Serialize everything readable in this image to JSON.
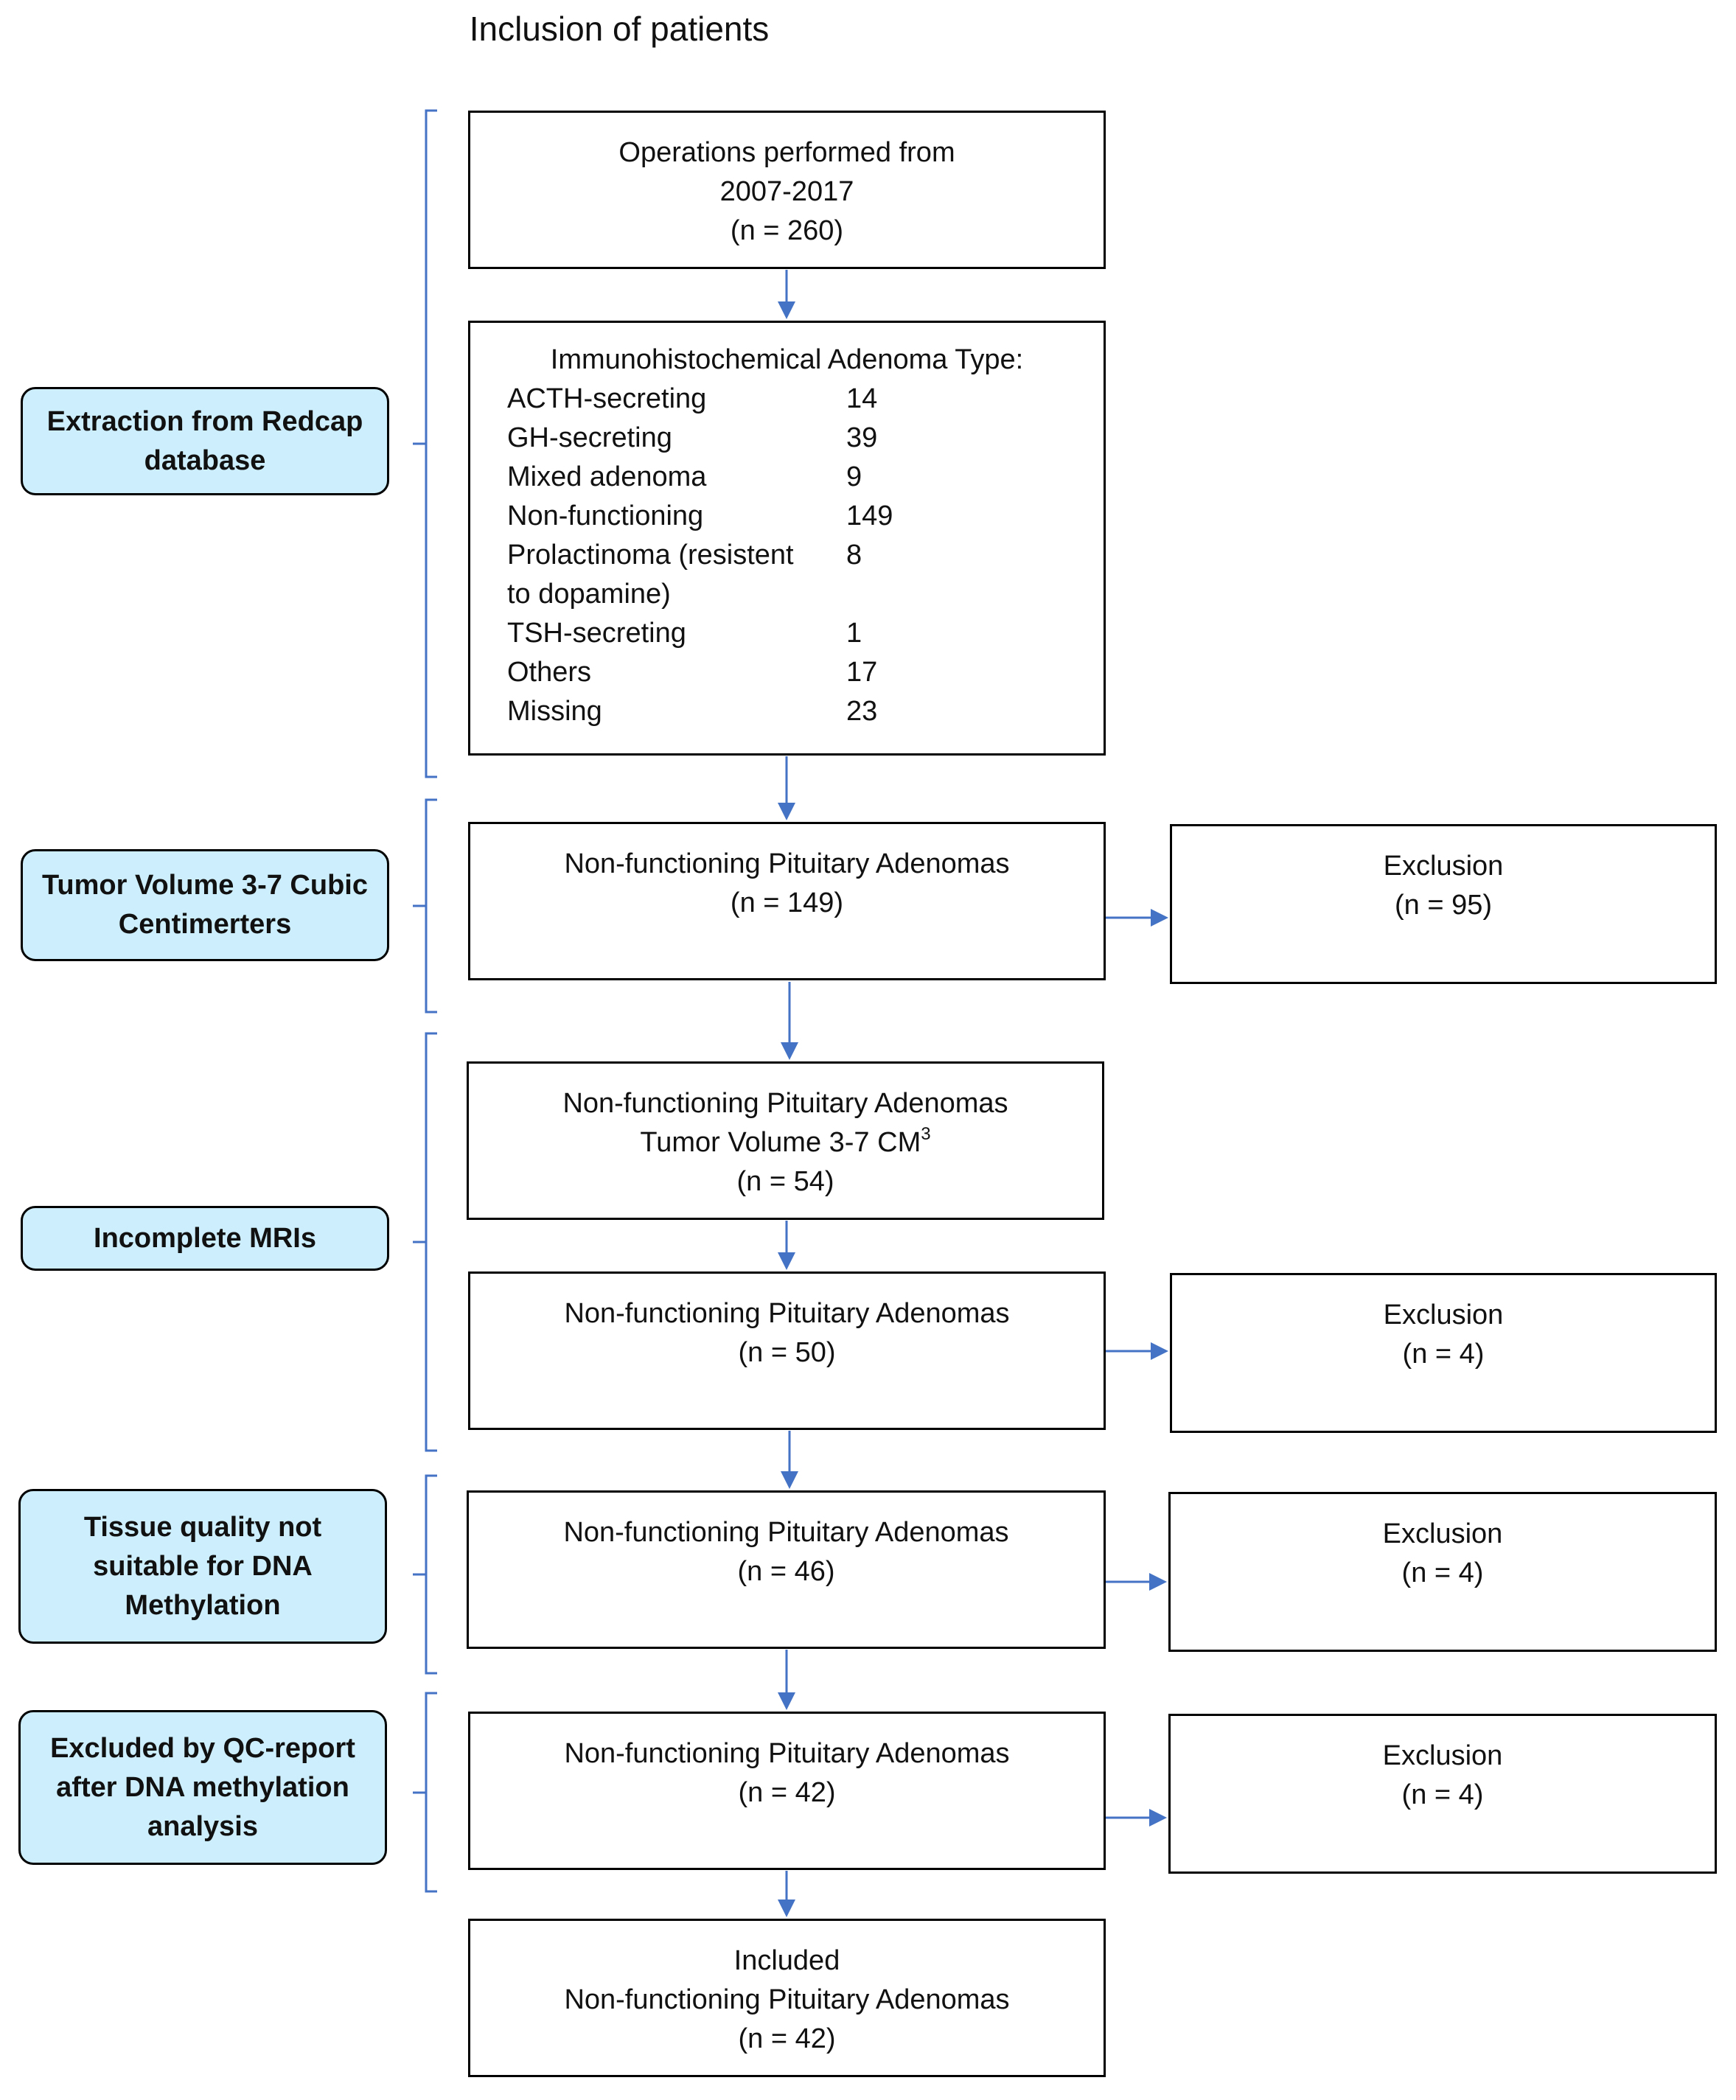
{
  "title": "Inclusion of patients",
  "side_labels": {
    "redcap": [
      "Extraction from Redcap",
      "database"
    ],
    "volume": [
      "Tumor Volume 3-7 Cubic",
      "Centimerters"
    ],
    "mri": [
      "Incomplete MRIs"
    ],
    "tissue": [
      "Tissue quality not",
      "suitable for DNA",
      "Methylation"
    ],
    "qc": [
      "Excluded by QC-report",
      "after DNA methylation",
      "analysis"
    ]
  },
  "boxes": {
    "operations": [
      "Operations performed from",
      "2007-2017",
      "(n = 260)"
    ],
    "ihc_title": "Immunohistochemical Adenoma Type:",
    "ihc_rows": [
      {
        "name": "ACTH-secreting",
        "value": "14"
      },
      {
        "name": "GH-secreting",
        "value": "39"
      },
      {
        "name": "Mixed adenoma",
        "value": "9"
      },
      {
        "name": "Non-functioning",
        "value": "149"
      },
      {
        "name": "Prolactinoma (resistent",
        "value": "8"
      },
      {
        "name": "to dopamine)",
        "value": ""
      },
      {
        "name": "TSH-secreting",
        "value": "1"
      },
      {
        "name": "Others",
        "value": "17"
      },
      {
        "name": "Missing",
        "value": "23"
      }
    ],
    "nfpa149": [
      "Non-functioning Pituitary Adenomas",
      "(n = 149)"
    ],
    "nfpa54": [
      "Non-functioning Pituitary Adenomas",
      "Tumor Volume 3-7 CM",
      "3",
      "(n = 54)"
    ],
    "nfpa50": [
      "Non-functioning Pituitary Adenomas",
      "(n = 50)"
    ],
    "nfpa46": [
      "Non-functioning Pituitary Adenomas",
      "(n = 46)"
    ],
    "nfpa42": [
      "Non-functioning Pituitary Adenomas",
      "(n = 42)"
    ],
    "included": [
      "Included",
      "Non-functioning Pituitary Adenomas",
      "(n = 42)"
    ]
  },
  "exclusions": {
    "ex95": [
      "Exclusion",
      "(n = 95)"
    ],
    "ex4a": [
      "Exclusion",
      "(n = 4)"
    ],
    "ex4b": [
      "Exclusion",
      "(n = 4)"
    ],
    "ex4c": [
      "Exclusion",
      "(n = 4)"
    ]
  },
  "colors": {
    "arrow": "#4472c4",
    "side_fill": "#cdeefc",
    "border": "#000000"
  }
}
